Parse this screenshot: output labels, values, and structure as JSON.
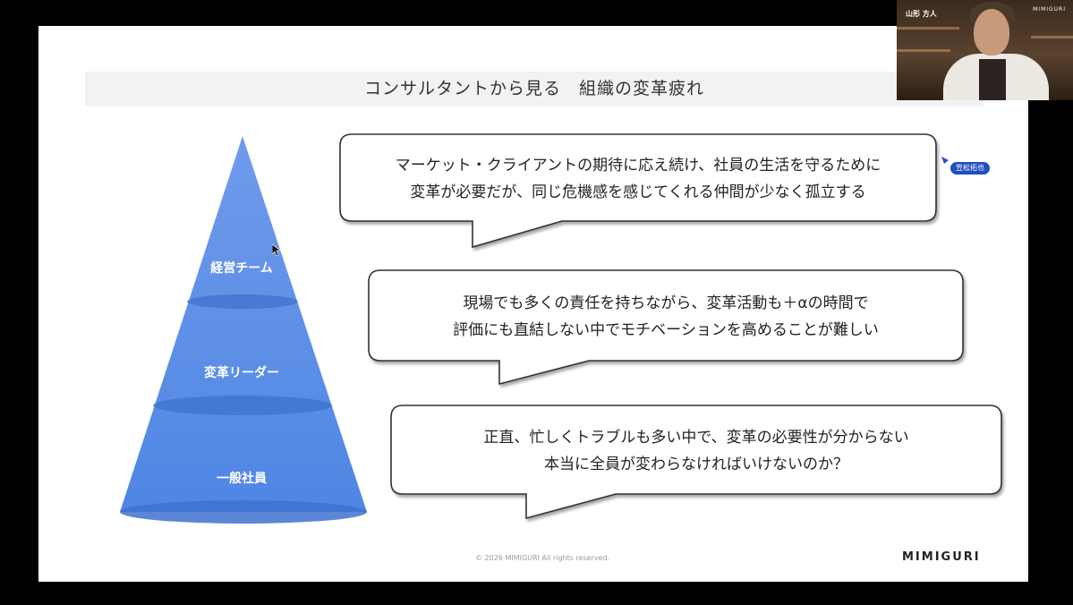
{
  "slide": {
    "title": "コンサルタントから見る　組織の変革疲れ",
    "pyramid": {
      "color": "#5b8ee6",
      "tiers": [
        {
          "label": "経営チーム"
        },
        {
          "label": "変革リーダー"
        },
        {
          "label": "一般社員"
        }
      ]
    },
    "bubbles": [
      {
        "lines": [
          "マーケット・クライアントの期待に応え続け、社員の生活を守るために",
          "変革が必要だが、同じ危機感を感じてくれる仲間が少なく孤立する"
        ]
      },
      {
        "lines": [
          "現場でも多くの責任を持ちながら、変革活動も＋αの時間で",
          "評価にも直結しない中でモチベーションを高めることが難しい"
        ]
      },
      {
        "lines": [
          "正直、忙しくトラブルも多い中で、変革の必要性が分からない",
          "本当に全員が変わらなければいけないのか？"
        ]
      }
    ],
    "copyright": "© 2026 MIMIGURI All rights reserved.",
    "brand": "MIMIGURI",
    "pointer_tag": "笠松拓也"
  },
  "video": {
    "name": "山形 方人",
    "brand": "MIMIGURI"
  }
}
